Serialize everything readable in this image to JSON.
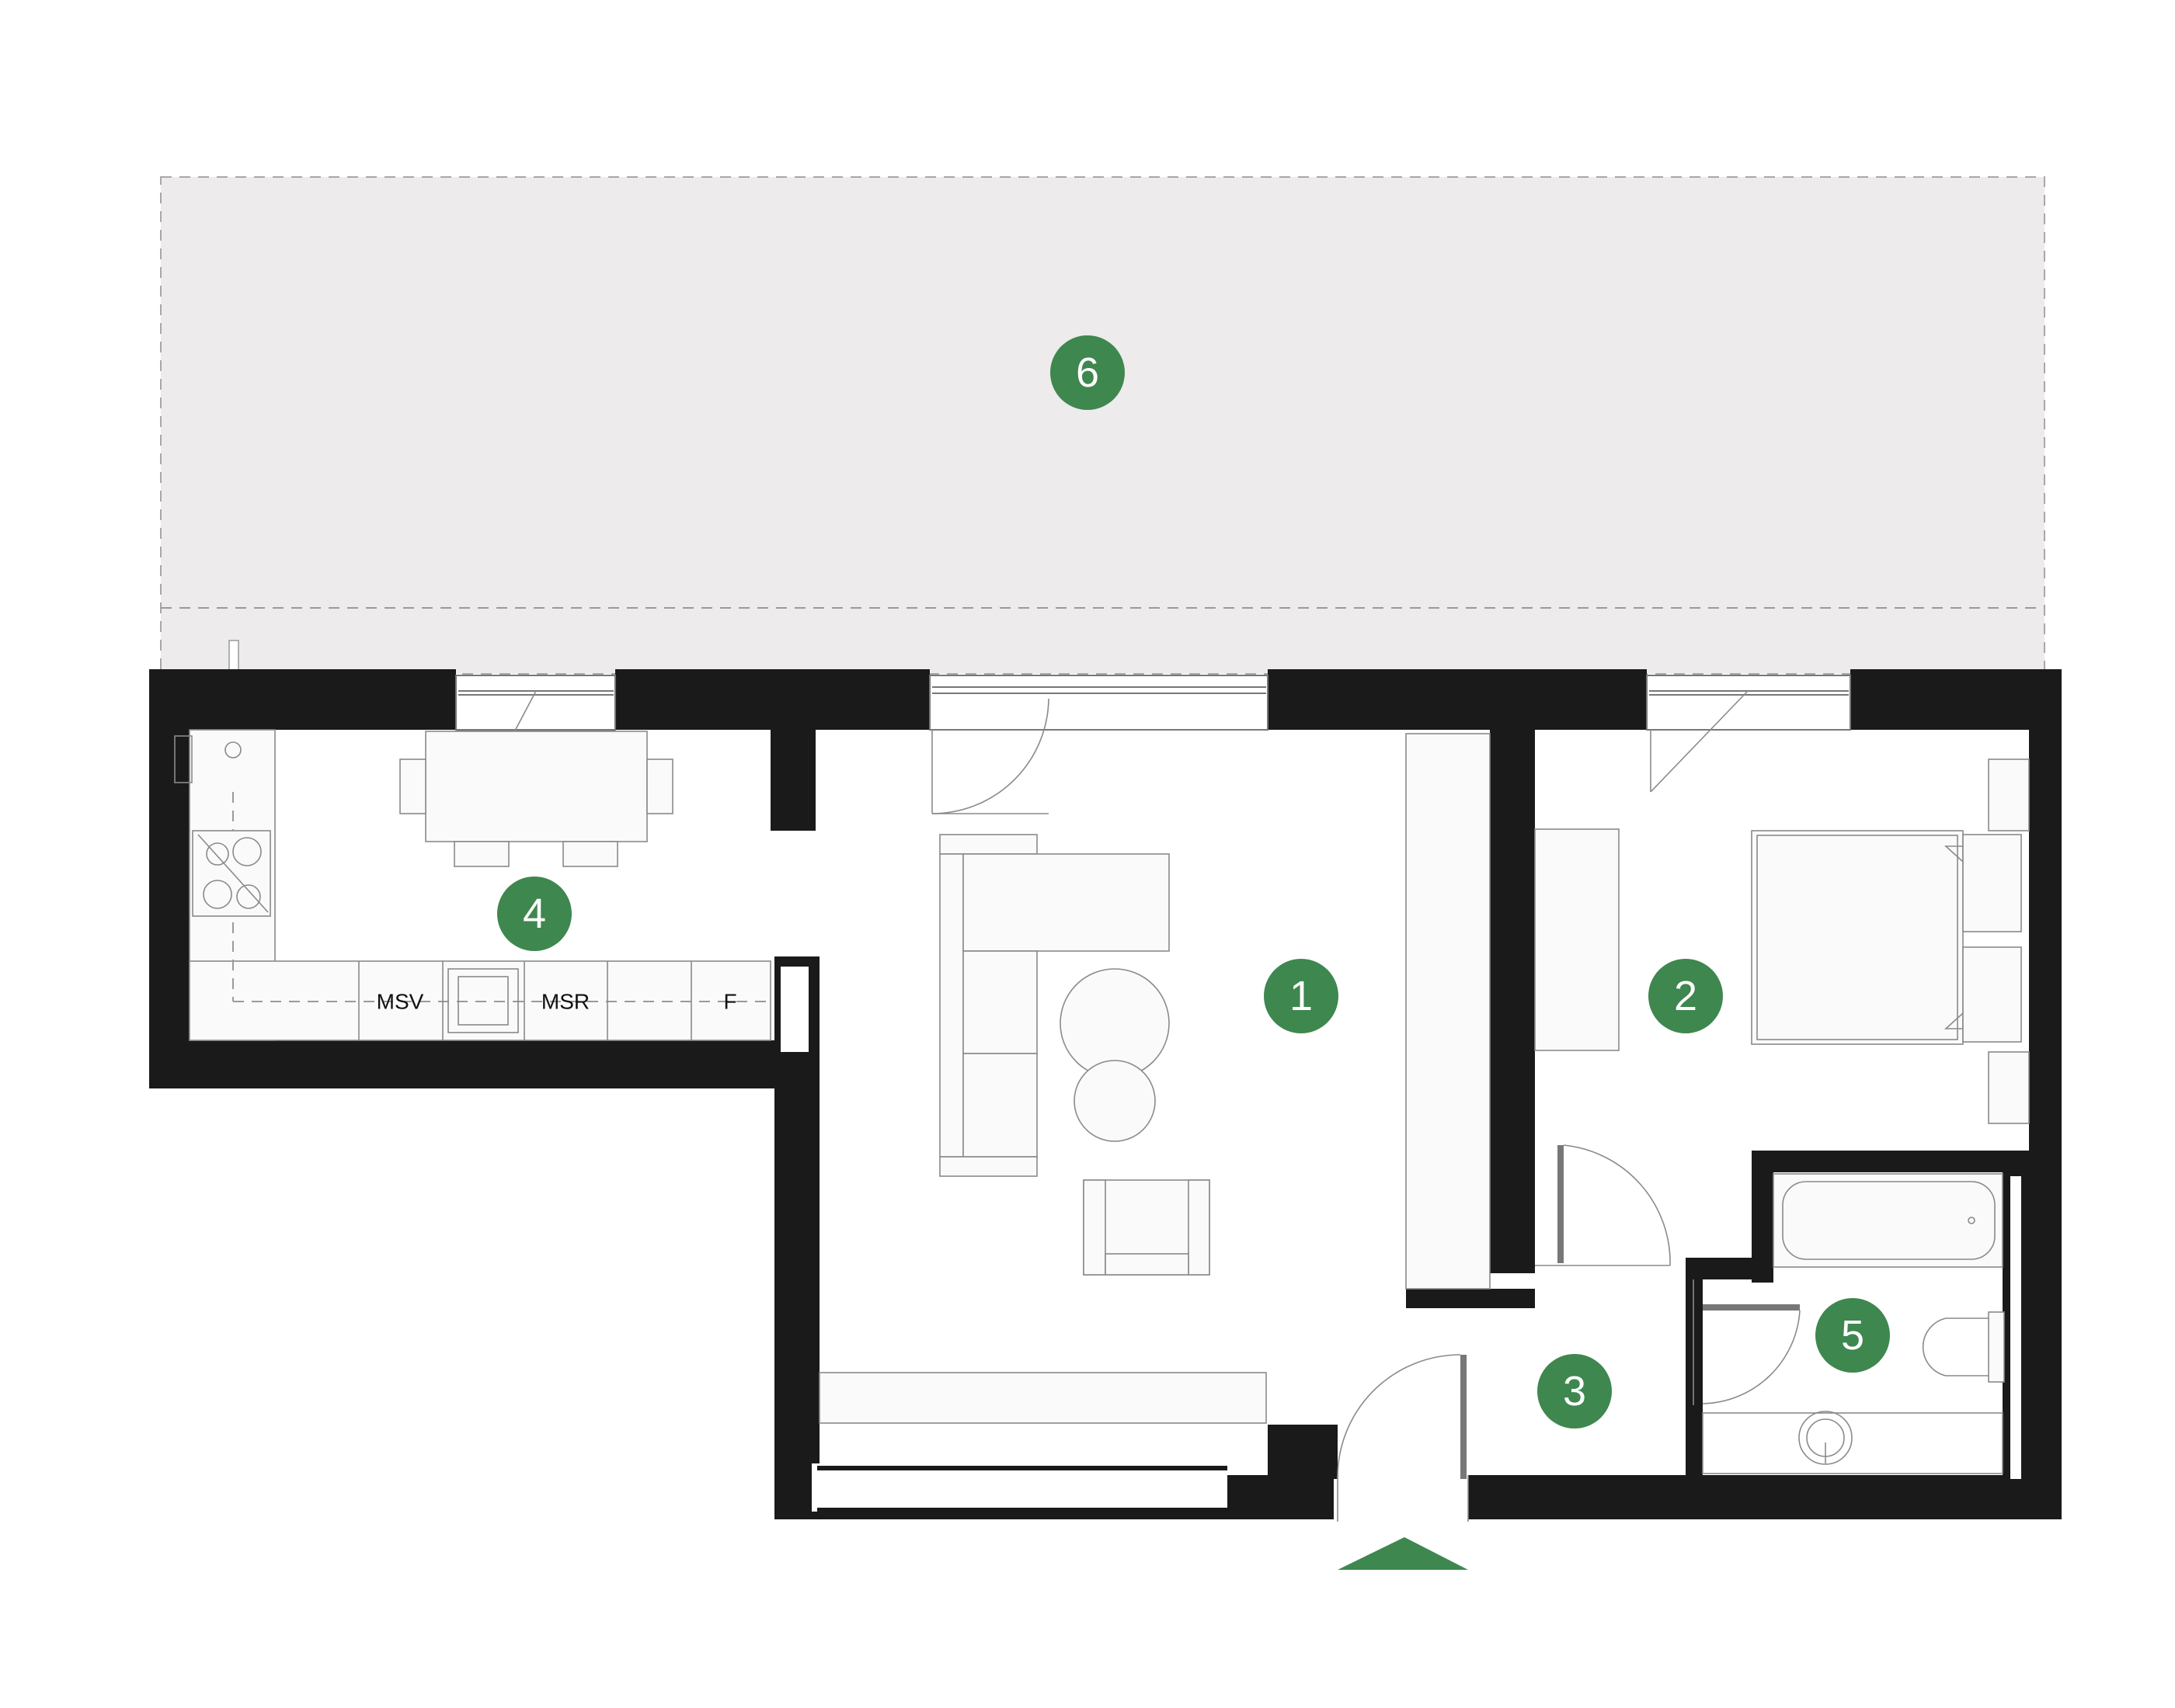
{
  "rooms": {
    "r1": {
      "number": "1"
    },
    "r2": {
      "number": "2"
    },
    "r3": {
      "number": "3"
    },
    "r4": {
      "number": "4"
    },
    "r5": {
      "number": "5"
    },
    "r6": {
      "number": "6"
    }
  },
  "appliances": {
    "msv": "MSV",
    "msr": "MSR",
    "fridge": "F"
  },
  "colors": {
    "accent": "#3e874f",
    "wall": "#1a1a1a",
    "terrace": "#edebec"
  }
}
